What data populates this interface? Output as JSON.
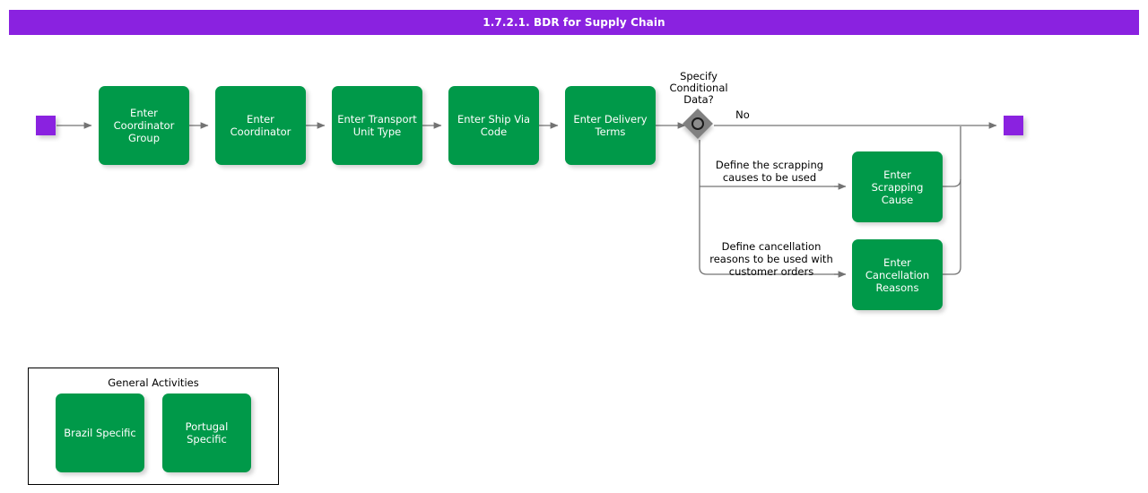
{
  "header": {
    "title": "1.7.2.1. BDR for Supply Chain",
    "bar_color": "#8a22e0"
  },
  "colors": {
    "accent_purple": "#8a22e0",
    "activity_green": "#009949",
    "decision_gray": "#808080",
    "connector_gray": "#737373",
    "text_dark": "#000000",
    "text_light": "#ffffff"
  },
  "diagram": {
    "type": "flowchart",
    "start_node": {
      "name": "start",
      "shape": "square",
      "color": "#8a22e0"
    },
    "end_node": {
      "name": "end",
      "shape": "square",
      "color": "#8a22e0"
    },
    "main_flow": [
      {
        "id": "coordinator-group",
        "label": "Enter\nCoordinator\nGroup"
      },
      {
        "id": "coordinator",
        "label": "Enter\nCoordinator"
      },
      {
        "id": "transport-unit-type",
        "label": "Enter Transport\nUnit Type"
      },
      {
        "id": "ship-via-code",
        "label": "Enter Ship Via\nCode"
      },
      {
        "id": "delivery-terms",
        "label": "Enter Delivery\nTerms"
      }
    ],
    "decision": {
      "id": "specify-conditional-data",
      "caption": "Specify\nConditional\nData?",
      "shape": "diamond-with-circle"
    },
    "branches": [
      {
        "id": "branch-no",
        "label": "No",
        "target": "end"
      },
      {
        "id": "branch-scrapping",
        "label": "Define the scrapping\ncauses to be used",
        "task": "Enter Scrapping\nCause"
      },
      {
        "id": "branch-cancellation",
        "label": "Define cancellation\nreasons to be used with\ncustomer orders",
        "task": "Enter\nCancellation\nReasons"
      }
    ]
  },
  "legend": {
    "title": "General Activities",
    "items": [
      {
        "id": "brazil-specific",
        "label": "Brazil Specific"
      },
      {
        "id": "portugal-specific",
        "label": "Portugal Specific"
      }
    ]
  }
}
